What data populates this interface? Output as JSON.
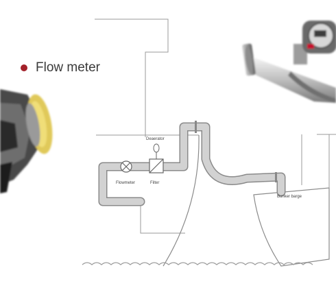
{
  "legend": {
    "text": "Flow meter",
    "dot_color": "#a3212a"
  },
  "labels": {
    "flowmeter": "Flowmeter",
    "filter": "Filter",
    "deaerator": "Deaerator",
    "bunker_barge": "Bunker barge"
  },
  "colors": {
    "line": "#9a9a9a",
    "pipe_fill": "#d2d2d2",
    "pipe_edge": "#888888",
    "meter_yellow": "#d9c24a",
    "meter_dark": "#3a3a3a",
    "meter_red": "#c8102e",
    "water": "#9b9b9b"
  },
  "icons": [
    "flow-meter-photo-left",
    "coriolis-meter-photo-right",
    "valve-icon",
    "filter-icon",
    "gauge-icon"
  ]
}
